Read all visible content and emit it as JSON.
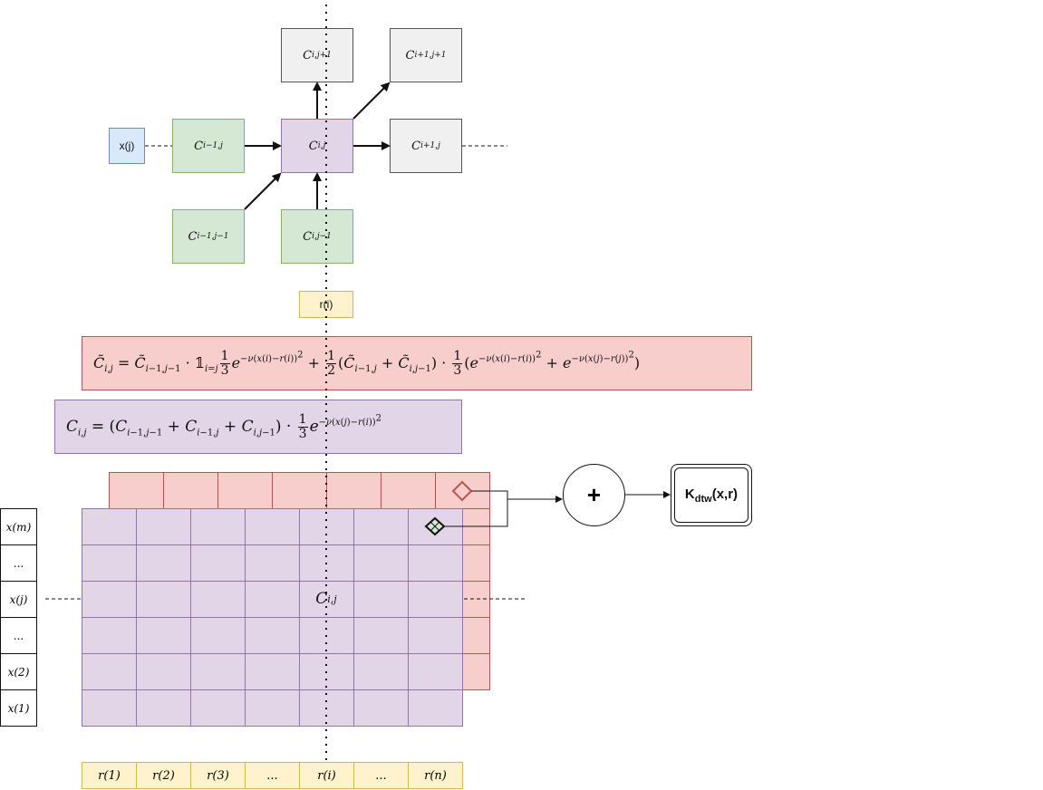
{
  "nodes": {
    "c_i_jp1": {
      "base": "C",
      "sub": "i,j+1"
    },
    "c_ip1_jp1": {
      "base": "C",
      "sub": "i+1,j+1"
    },
    "c_im1_j": {
      "base": "C",
      "sub": "i−1,j"
    },
    "c_i_j": {
      "base": "C",
      "sub": "i,j"
    },
    "c_ip1_j": {
      "base": "C",
      "sub": "i+1,j"
    },
    "c_im1_jm1": {
      "base": "C",
      "sub": "i−1,j−1"
    },
    "c_i_jm1": {
      "base": "C",
      "sub": "i,j−1"
    },
    "x_j": "x(j)",
    "r_i": "r(i)"
  },
  "formulas": {
    "soft_update": "C̃i,j = C̃i−1,j−1 · 𝟙i=j (1/3) e^{−ν(x(i)−r(i))²} + (1/2)(C̃i−1,j + C̃i,j−1) · (1/3)(e^{−ν(x(i)−r(i))²} + e^{−ν(x(j)−r(j))²})",
    "update": "Ci,j = (Ci−1,j−1 + Ci−1,j + Ci,j−1) · (1/3) e^{−ν(x(j)−r(i))²}"
  },
  "grid": {
    "center_label": {
      "base": "C",
      "sub": "i,j"
    },
    "row_labels": [
      "x(m)",
      "...",
      "x(j)",
      "...",
      "x(2)",
      "x(1)"
    ],
    "col_labels": [
      "r(1)",
      "r(2)",
      "r(3)",
      "...",
      "r(i)",
      "...",
      "r(n)"
    ]
  },
  "sum_node": "+",
  "output": {
    "base": "K",
    "sub": "dtw",
    "args": "(x,r)"
  },
  "colors": {
    "gray": "#f0f0f0",
    "green": "#d5e8d4",
    "purple": "#e1d5e7",
    "blue": "#dae8fc",
    "yellow": "#fff2cc",
    "red": "#f8cecc"
  }
}
